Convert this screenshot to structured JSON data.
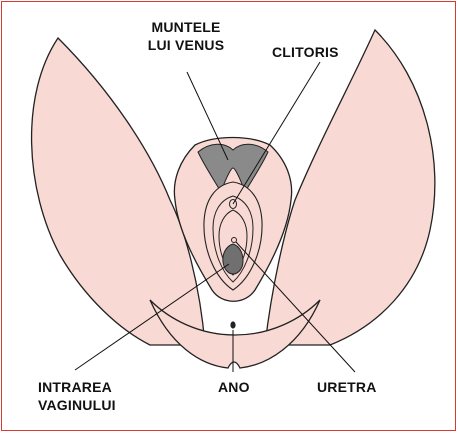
{
  "labels": {
    "mons": {
      "line1": "MUNTELE",
      "line2": "LUI VENUS"
    },
    "clitoris": "CLITORIS",
    "vagina": {
      "line1": "INTRAREA",
      "line2": "VAGINULUI"
    },
    "anus": "ANO",
    "urethra": "URETRA"
  },
  "colors": {
    "frame": "#d93a2b",
    "skin": "#f9d9d3",
    "outline": "#222222",
    "shadow": "#8a8a8a",
    "opening": "#707070"
  }
}
